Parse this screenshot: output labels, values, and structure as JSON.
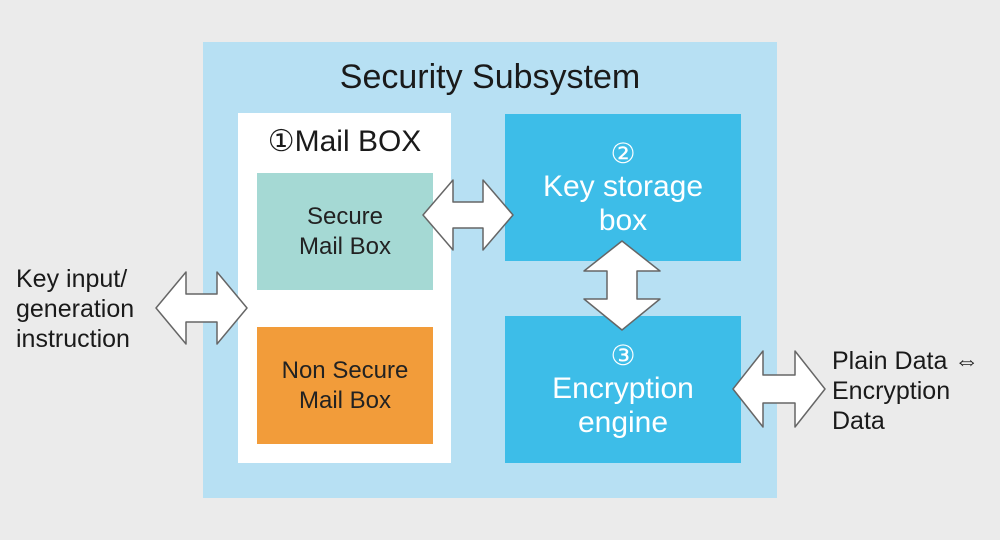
{
  "title": "Security Subsystem",
  "mail_box": {
    "title": "①Mail BOX",
    "secure": [
      "Secure",
      "Mail Box"
    ],
    "non_secure": [
      "Non Secure",
      "Mail Box"
    ]
  },
  "key_storage": {
    "number": "②",
    "label": [
      "Key storage",
      "box"
    ]
  },
  "encryption_engine": {
    "number": "③",
    "label": [
      "Encryption",
      "engine"
    ]
  },
  "left_label": [
    "Key input/",
    "generation",
    "instruction"
  ],
  "right_label": [
    "Plain Data ⇔",
    "Encryption",
    "Data"
  ],
  "colors": {
    "background": "#ebebeb",
    "subsystem": "#b7e0f3",
    "mailbox": "#ffffff",
    "secure_box": "#a5d9d4",
    "non_secure_box": "#f29c3a",
    "blue_box": "#3dbde8",
    "arrow_fill": "#ffffff",
    "arrow_stroke": "#666666"
  },
  "arrows": [
    {
      "name": "left-input-arrow",
      "direction": "horizontal-bidirectional"
    },
    {
      "name": "mailbox-keystorage-arrow",
      "direction": "horizontal-bidirectional"
    },
    {
      "name": "keystorage-engine-arrow",
      "direction": "vertical-bidirectional"
    },
    {
      "name": "engine-output-arrow",
      "direction": "horizontal-bidirectional"
    }
  ]
}
